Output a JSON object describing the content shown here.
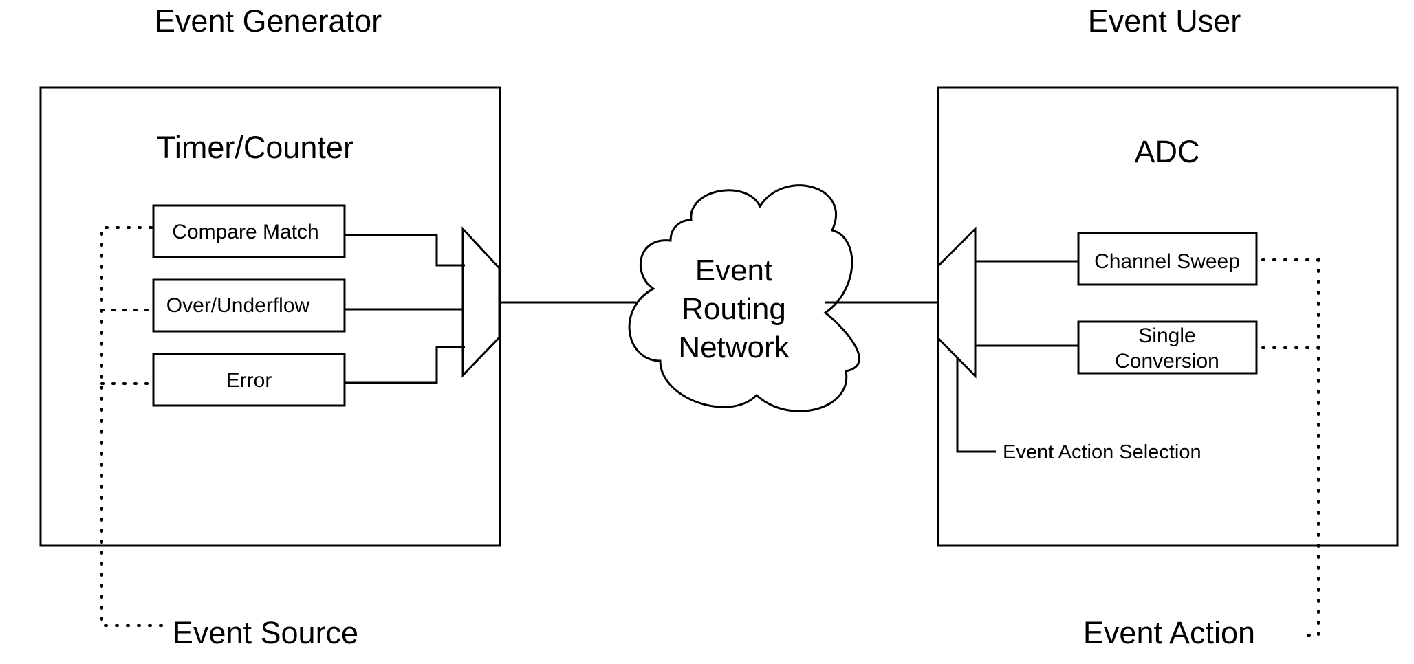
{
  "headings": {
    "generator": "Event Generator",
    "user": "Event User",
    "source": "Event Source",
    "action": "Event Action"
  },
  "generator_block": {
    "title": "Timer/Counter",
    "sources": [
      "Compare Match",
      "Over/Underflow",
      "Error"
    ]
  },
  "network": {
    "line1": "Event",
    "line2": "Routing",
    "line3": "Network"
  },
  "user_block": {
    "title": "ADC",
    "actions": [
      {
        "line1": "Channel Sweep",
        "line2": ""
      },
      {
        "line1": "Single",
        "line2": "Conversion"
      }
    ],
    "selection_label": "Event Action Selection"
  }
}
